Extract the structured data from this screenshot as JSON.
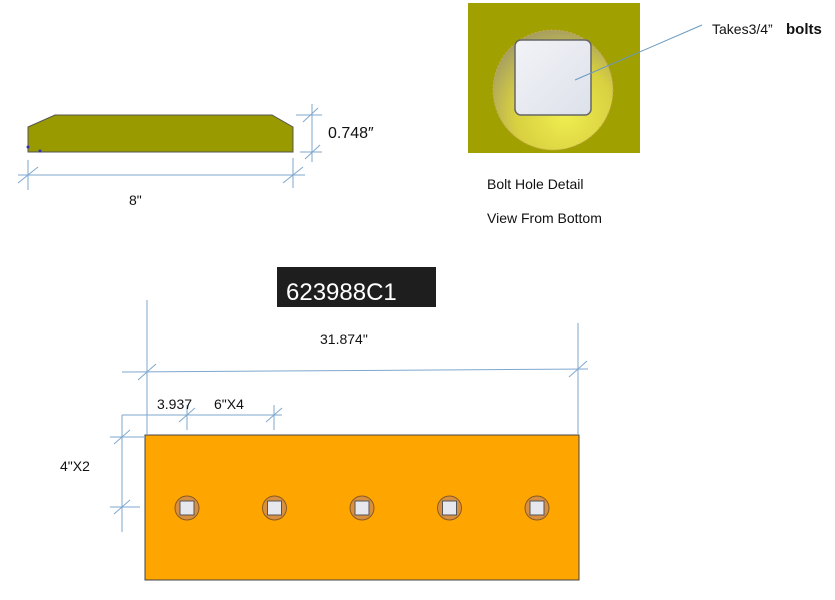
{
  "side_profile": {
    "width_label": "8\"",
    "thickness_label": "0.748″"
  },
  "bolt_detail": {
    "callout": "Takes3/4”",
    "callout_bold": "bolts",
    "caption_1": "Bolt Hole Detail",
    "caption_2": "View From Bottom"
  },
  "part_number": "623988C1",
  "plate": {
    "length_label": "31.874\"",
    "first_hole_label": "3.937",
    "spacing_label": "6\"X4",
    "height_label": "4\"X2",
    "hole_count": 5
  },
  "colors": {
    "profile": "#999900",
    "detail_bg": "#a0a000",
    "plate": "#ffa500",
    "label_bg": "#1e1e1e",
    "dimension": "#7fa7cf"
  }
}
